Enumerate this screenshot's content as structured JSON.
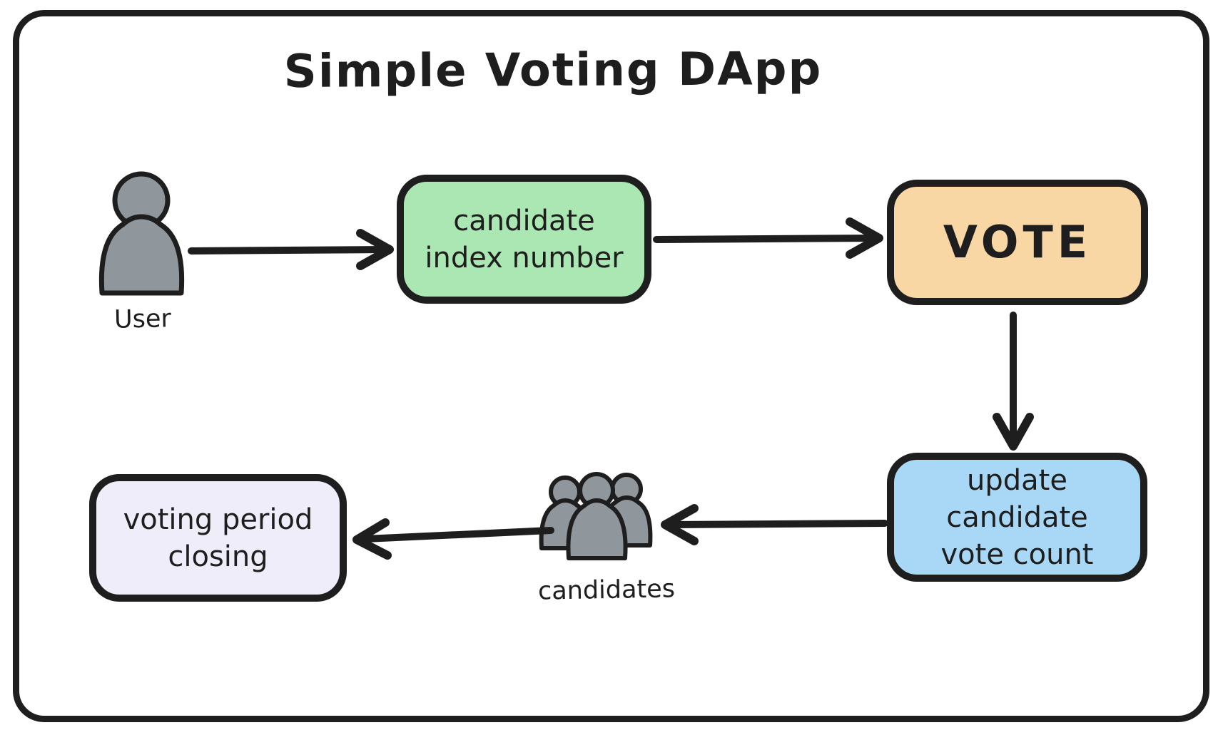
{
  "diagram": {
    "title": "Simple Voting DApp",
    "nodes": {
      "candidate_index": {
        "line1": "candidate",
        "line2": "index number",
        "fill": "#abe7b2"
      },
      "vote": {
        "label": "VOTE",
        "fill": "#f8d7a5"
      },
      "update_count": {
        "line1": "update candidate",
        "line2": "vote count",
        "fill": "#a9d8f7"
      },
      "closing": {
        "line1": "voting period",
        "line2": "closing",
        "fill": "#f0edfa"
      }
    },
    "actors": {
      "user": {
        "label": "User"
      },
      "candidates": {
        "label": "candidates"
      }
    },
    "edges": [
      {
        "from": "user",
        "to": "candidate_index"
      },
      {
        "from": "candidate_index",
        "to": "vote"
      },
      {
        "from": "vote",
        "to": "update_count"
      },
      {
        "from": "update_count",
        "to": "candidates"
      },
      {
        "from": "candidates",
        "to": "closing"
      }
    ],
    "colors": {
      "stroke": "#1e1e1e",
      "person_fill": "#8f969c",
      "background": "#ffffff"
    }
  }
}
